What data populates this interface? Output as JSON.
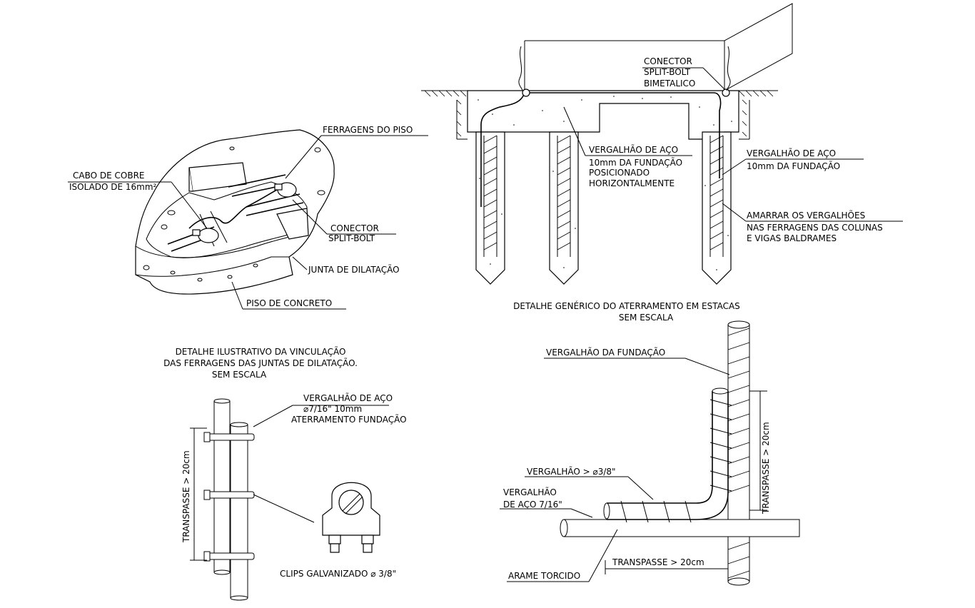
{
  "top_left": {
    "ferragens_piso": "FERRAGENS DO PISO",
    "cabo_line1": "CABO DE COBRE",
    "cabo_line2": "ISOLADO DE 16mm²",
    "conector_line1": "CONECTOR",
    "conector_line2": "SPLIT-BOLT",
    "junta": "JUNTA DE DILATAÇÃO",
    "piso": "PISO DE CONCRETO",
    "caption1": "DETALHE ILUSTRATIVO DA VINCULAÇÃO",
    "caption2": "DAS FERRAGENS DAS JUNTAS DE DILATAÇÃO.",
    "caption3": "SEM ESCALA"
  },
  "top_right": {
    "conector1": "CONECTOR",
    "conector2": "SPLIT-BOLT",
    "conector3": "BIMETALICO",
    "verg_mid1": "VERGALHÃO DE AÇO",
    "verg_mid2": "10mm DA FUNDAÇÃO",
    "verg_mid3": "POSICIONADO",
    "verg_mid4": "HORIZONTALMENTE",
    "verg_right1": "VERGALHÃO DE AÇO",
    "verg_right2": "10mm DA FUNDAÇÃO",
    "amarrar1": "AMARRAR OS VERGALHÕES",
    "amarrar2": "NAS FERRAGENS DAS COLUNAS",
    "amarrar3": "E VIGAS BALDRAMES",
    "caption1": "DETALHE GENÉRICO DO ATERRAMENTO EM ESTACAS",
    "caption2": "SEM ESCALA"
  },
  "bottom_left": {
    "verg1": "VERGALHÃO DE AÇO",
    "verg2": "⌀7/16\" 10mm",
    "verg3": "ATERRAMENTO FUNDAÇÃO",
    "transpasse": "TRANSPASSE > 20cm",
    "clips": "CLIPS GALVANIZADO ⌀ 3/8\""
  },
  "bottom_right": {
    "verg_fundacao": "VERGALHÃO DA FUNDAÇÃO",
    "verg_38": "VERGALHÃO > ⌀3/8\"",
    "verg_716_1": "VERGALHÃO",
    "verg_716_2": "DE AÇO 7/16\"",
    "transpasse_v": "TRANSPASSE > 20cm",
    "transpasse_h": "TRANSPASSE > 20cm",
    "arame": "ARAME TORCIDO"
  }
}
